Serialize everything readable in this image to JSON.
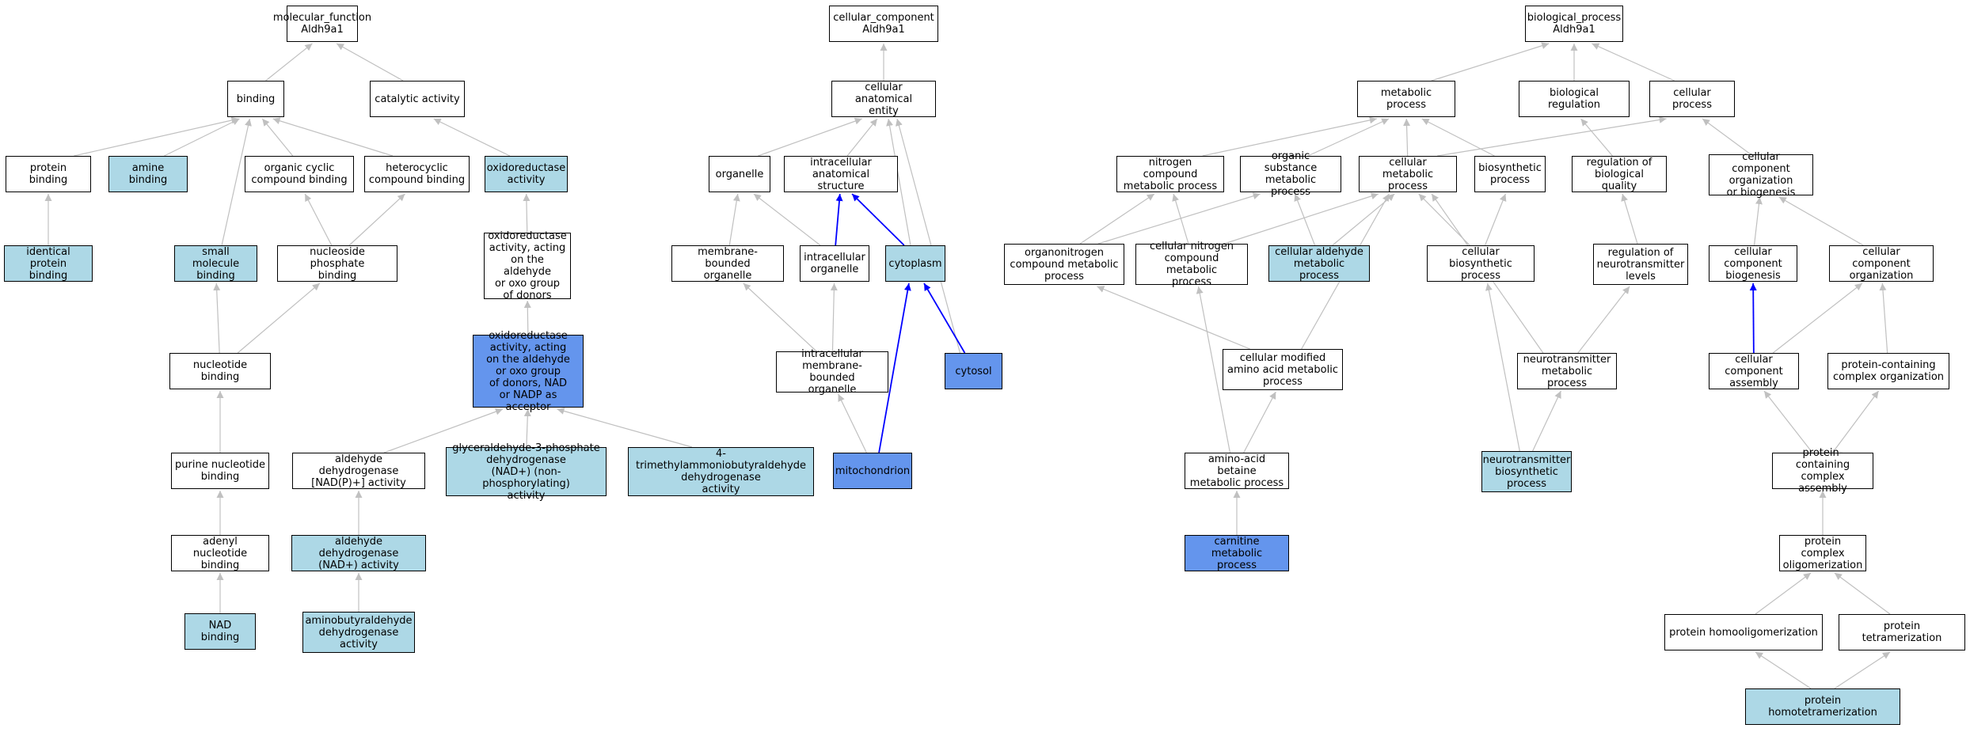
{
  "colors": {
    "plain": "#ffffff",
    "light": "#add8e6",
    "dark": "#6495ed",
    "edge_gray": "#c0c0c0",
    "edge_blue": "#0000ff"
  },
  "nodes": [
    {
      "id": "mf",
      "label": "molecular_function\nAldh9a1",
      "style": "plain"
    },
    {
      "id": "binding",
      "label": "binding",
      "style": "plain"
    },
    {
      "id": "catalytic",
      "label": "catalytic activity",
      "style": "plain"
    },
    {
      "id": "protein_binding",
      "label": "protein binding",
      "style": "plain"
    },
    {
      "id": "amine_binding",
      "label": "amine binding",
      "style": "light"
    },
    {
      "id": "organic_cyclic",
      "label": "organic cyclic\ncompound binding",
      "style": "plain"
    },
    {
      "id": "heterocyclic",
      "label": "heterocyclic\ncompound binding",
      "style": "plain"
    },
    {
      "id": "oxidoreductase",
      "label": "oxidoreductase\nactivity",
      "style": "light"
    },
    {
      "id": "identical_protein",
      "label": "identical protein\nbinding",
      "style": "light"
    },
    {
      "id": "small_molecule",
      "label": "small molecule\nbinding",
      "style": "light"
    },
    {
      "id": "nucleoside_phosphate",
      "label": "nucleoside phosphate\nbinding",
      "style": "plain"
    },
    {
      "id": "oxido_aldehyde",
      "label": "oxidoreductase\nactivity, acting\non the aldehyde\nor oxo group\nof donors",
      "style": "plain"
    },
    {
      "id": "nucleotide_binding",
      "label": "nucleotide binding",
      "style": "plain"
    },
    {
      "id": "oxido_nad",
      "label": "oxidoreductase\nactivity, acting\non the aldehyde\nor oxo group\nof donors, NAD\nor NADP as acceptor",
      "style": "dark"
    },
    {
      "id": "purine",
      "label": "purine nucleotide\nbinding",
      "style": "plain"
    },
    {
      "id": "aldh_nadp",
      "label": "aldehyde dehydrogenase\n[NAD(P)+] activity",
      "style": "plain"
    },
    {
      "id": "gapdh",
      "label": "glyceraldehyde-3-phosphate\ndehydrogenase\n(NAD+) (non-phosphorylating)\nactivity",
      "style": "light"
    },
    {
      "id": "tmabadh",
      "label": "4-trimethylammoniobutyraldehyde\ndehydrogenase\nactivity",
      "style": "light"
    },
    {
      "id": "adenyl",
      "label": "adenyl nucleotide\nbinding",
      "style": "plain"
    },
    {
      "id": "aldh_nad",
      "label": "aldehyde dehydrogenase\n(NAD+) activity",
      "style": "light"
    },
    {
      "id": "nad_binding",
      "label": "NAD binding",
      "style": "light"
    },
    {
      "id": "aminobutyraldehyde",
      "label": "aminobutyraldehyde\ndehydrogenase\nactivity",
      "style": "light"
    },
    {
      "id": "cc",
      "label": "cellular_component\nAldh9a1",
      "style": "plain"
    },
    {
      "id": "cae",
      "label": "cellular anatomical\nentity",
      "style": "plain"
    },
    {
      "id": "organelle",
      "label": "organelle",
      "style": "plain"
    },
    {
      "id": "ias",
      "label": "intracellular\nanatomical structure",
      "style": "plain"
    },
    {
      "id": "mbo",
      "label": "membrane-bounded\norganelle",
      "style": "plain"
    },
    {
      "id": "io",
      "label": "intracellular\norganelle",
      "style": "plain"
    },
    {
      "id": "cytoplasm",
      "label": "cytoplasm",
      "style": "light"
    },
    {
      "id": "imbo",
      "label": "intracellular\nmembrane-bounded\norganelle",
      "style": "plain"
    },
    {
      "id": "cytosol",
      "label": "cytosol",
      "style": "dark"
    },
    {
      "id": "mito",
      "label": "mitochondrion",
      "style": "dark"
    },
    {
      "id": "bp",
      "label": "biological_process\nAldh9a1",
      "style": "plain"
    },
    {
      "id": "metabolic",
      "label": "metabolic process",
      "style": "plain"
    },
    {
      "id": "bioreg",
      "label": "biological regulation",
      "style": "plain"
    },
    {
      "id": "cellproc",
      "label": "cellular process",
      "style": "plain"
    },
    {
      "id": "ncmp",
      "label": "nitrogen compound\nmetabolic process",
      "style": "plain"
    },
    {
      "id": "osmp",
      "label": "organic substance\nmetabolic process",
      "style": "plain"
    },
    {
      "id": "cmp",
      "label": "cellular metabolic\nprocess",
      "style": "plain"
    },
    {
      "id": "biosynth",
      "label": "biosynthetic\nprocess",
      "style": "plain"
    },
    {
      "id": "regbq",
      "label": "regulation of\nbiological quality",
      "style": "plain"
    },
    {
      "id": "ccob",
      "label": "cellular component\norganization\nor biogenesis",
      "style": "plain"
    },
    {
      "id": "oncmp",
      "label": "organonitrogen\ncompound metabolic\nprocess",
      "style": "plain"
    },
    {
      "id": "cncmp",
      "label": "cellular nitrogen\ncompound metabolic\nprocess",
      "style": "plain"
    },
    {
      "id": "camp",
      "label": "cellular aldehyde\nmetabolic process",
      "style": "light"
    },
    {
      "id": "cbp",
      "label": "cellular biosynthetic\nprocess",
      "style": "plain"
    },
    {
      "id": "regnt",
      "label": "regulation of\nneurotransmitter\nlevels",
      "style": "plain"
    },
    {
      "id": "ccb",
      "label": "cellular component\nbiogenesis",
      "style": "plain"
    },
    {
      "id": "cco",
      "label": "cellular component\norganization",
      "style": "plain"
    },
    {
      "id": "cmaamp",
      "label": "cellular modified\namino acid metabolic\nprocess",
      "style": "plain"
    },
    {
      "id": "ntmp",
      "label": "neurotransmitter\nmetabolic process",
      "style": "plain"
    },
    {
      "id": "cca",
      "label": "cellular component\nassembly",
      "style": "plain"
    },
    {
      "id": "pcco",
      "label": "protein-containing\ncomplex organization",
      "style": "plain"
    },
    {
      "id": "aabmp",
      "label": "amino-acid betaine\nmetabolic process",
      "style": "plain"
    },
    {
      "id": "ntbp",
      "label": "neurotransmitter\nbiosynthetic\nprocess",
      "style": "light"
    },
    {
      "id": "pcca",
      "label": "protein-containing\ncomplex assembly",
      "style": "plain"
    },
    {
      "id": "carnitine",
      "label": "carnitine metabolic\nprocess",
      "style": "dark"
    },
    {
      "id": "pco",
      "label": "protein complex\noligomerization",
      "style": "plain"
    },
    {
      "id": "pho",
      "label": "protein homooligomerization",
      "style": "plain"
    },
    {
      "id": "ptet",
      "label": "protein tetramerization",
      "style": "plain"
    },
    {
      "id": "phtet",
      "label": "protein homotetramerization",
      "style": "light"
    }
  ],
  "edges": [
    [
      "binding",
      "mf",
      "gray"
    ],
    [
      "catalytic",
      "mf",
      "gray"
    ],
    [
      "protein_binding",
      "binding",
      "gray"
    ],
    [
      "amine_binding",
      "binding",
      "gray"
    ],
    [
      "organic_cyclic",
      "binding",
      "gray"
    ],
    [
      "heterocyclic",
      "binding",
      "gray"
    ],
    [
      "small_molecule",
      "binding",
      "gray"
    ],
    [
      "oxidoreductase",
      "catalytic",
      "gray"
    ],
    [
      "identical_protein",
      "protein_binding",
      "gray"
    ],
    [
      "nucleoside_phosphate",
      "organic_cyclic",
      "gray"
    ],
    [
      "nucleoside_phosphate",
      "heterocyclic",
      "gray"
    ],
    [
      "oxido_aldehyde",
      "oxidoreductase",
      "gray"
    ],
    [
      "nucleotide_binding",
      "small_molecule",
      "gray"
    ],
    [
      "nucleotide_binding",
      "nucleoside_phosphate",
      "gray"
    ],
    [
      "oxido_nad",
      "oxido_aldehyde",
      "gray"
    ],
    [
      "purine",
      "nucleotide_binding",
      "gray"
    ],
    [
      "aldh_nadp",
      "oxido_nad",
      "gray"
    ],
    [
      "gapdh",
      "oxido_nad",
      "gray"
    ],
    [
      "tmabadh",
      "oxido_nad",
      "gray"
    ],
    [
      "adenyl",
      "purine",
      "gray"
    ],
    [
      "aldh_nad",
      "aldh_nadp",
      "gray"
    ],
    [
      "nad_binding",
      "adenyl",
      "gray"
    ],
    [
      "aminobutyraldehyde",
      "aldh_nad",
      "gray"
    ],
    [
      "cae",
      "cc",
      "gray"
    ],
    [
      "organelle",
      "cae",
      "gray"
    ],
    [
      "ias",
      "cae",
      "gray"
    ],
    [
      "cytoplasm",
      "cae",
      "gray"
    ],
    [
      "cytosol",
      "cae",
      "gray"
    ],
    [
      "mbo",
      "organelle",
      "gray"
    ],
    [
      "io",
      "organelle",
      "gray"
    ],
    [
      "io",
      "ias",
      "blue"
    ],
    [
      "cytoplasm",
      "ias",
      "blue"
    ],
    [
      "imbo",
      "mbo",
      "gray"
    ],
    [
      "imbo",
      "io",
      "gray"
    ],
    [
      "cytosol",
      "cytoplasm",
      "blue"
    ],
    [
      "mito",
      "cytoplasm",
      "blue"
    ],
    [
      "mito",
      "imbo",
      "gray"
    ],
    [
      "metabolic",
      "bp",
      "gray"
    ],
    [
      "bioreg",
      "bp",
      "gray"
    ],
    [
      "cellproc",
      "bp",
      "gray"
    ],
    [
      "ncmp",
      "metabolic",
      "gray"
    ],
    [
      "osmp",
      "metabolic",
      "gray"
    ],
    [
      "cmp",
      "metabolic",
      "gray"
    ],
    [
      "biosynth",
      "metabolic",
      "gray"
    ],
    [
      "cmp",
      "cellproc",
      "gray"
    ],
    [
      "regbq",
      "bioreg",
      "gray"
    ],
    [
      "ccob",
      "cellproc",
      "gray"
    ],
    [
      "oncmp",
      "ncmp",
      "gray"
    ],
    [
      "oncmp",
      "osmp",
      "gray"
    ],
    [
      "cncmp",
      "ncmp",
      "gray"
    ],
    [
      "cncmp",
      "cmp",
      "gray"
    ],
    [
      "camp",
      "osmp",
      "gray"
    ],
    [
      "camp",
      "cmp",
      "gray"
    ],
    [
      "cbp",
      "cmp",
      "gray"
    ],
    [
      "cbp",
      "biosynth",
      "gray"
    ],
    [
      "regnt",
      "regbq",
      "gray"
    ],
    [
      "ccb",
      "ccob",
      "gray"
    ],
    [
      "cco",
      "ccob",
      "gray"
    ],
    [
      "cmaamp",
      "oncmp",
      "gray"
    ],
    [
      "cmaamp",
      "cmp",
      "gray"
    ],
    [
      "ntmp",
      "cmp",
      "gray"
    ],
    [
      "ntmp",
      "regnt",
      "gray"
    ],
    [
      "cca",
      "ccb",
      "blue"
    ],
    [
      "cca",
      "cco",
      "gray"
    ],
    [
      "pcco",
      "cco",
      "gray"
    ],
    [
      "aabmp",
      "cncmp",
      "gray"
    ],
    [
      "aabmp",
      "cmaamp",
      "gray"
    ],
    [
      "ntbp",
      "cbp",
      "gray"
    ],
    [
      "ntbp",
      "ntmp",
      "gray"
    ],
    [
      "pcca",
      "cca",
      "gray"
    ],
    [
      "pcca",
      "pcco",
      "gray"
    ],
    [
      "carnitine",
      "aabmp",
      "gray"
    ],
    [
      "pco",
      "pcca",
      "gray"
    ],
    [
      "pho",
      "pco",
      "gray"
    ],
    [
      "ptet",
      "pco",
      "gray"
    ],
    [
      "phtet",
      "pho",
      "gray"
    ],
    [
      "phtet",
      "ptet",
      "gray"
    ]
  ]
}
